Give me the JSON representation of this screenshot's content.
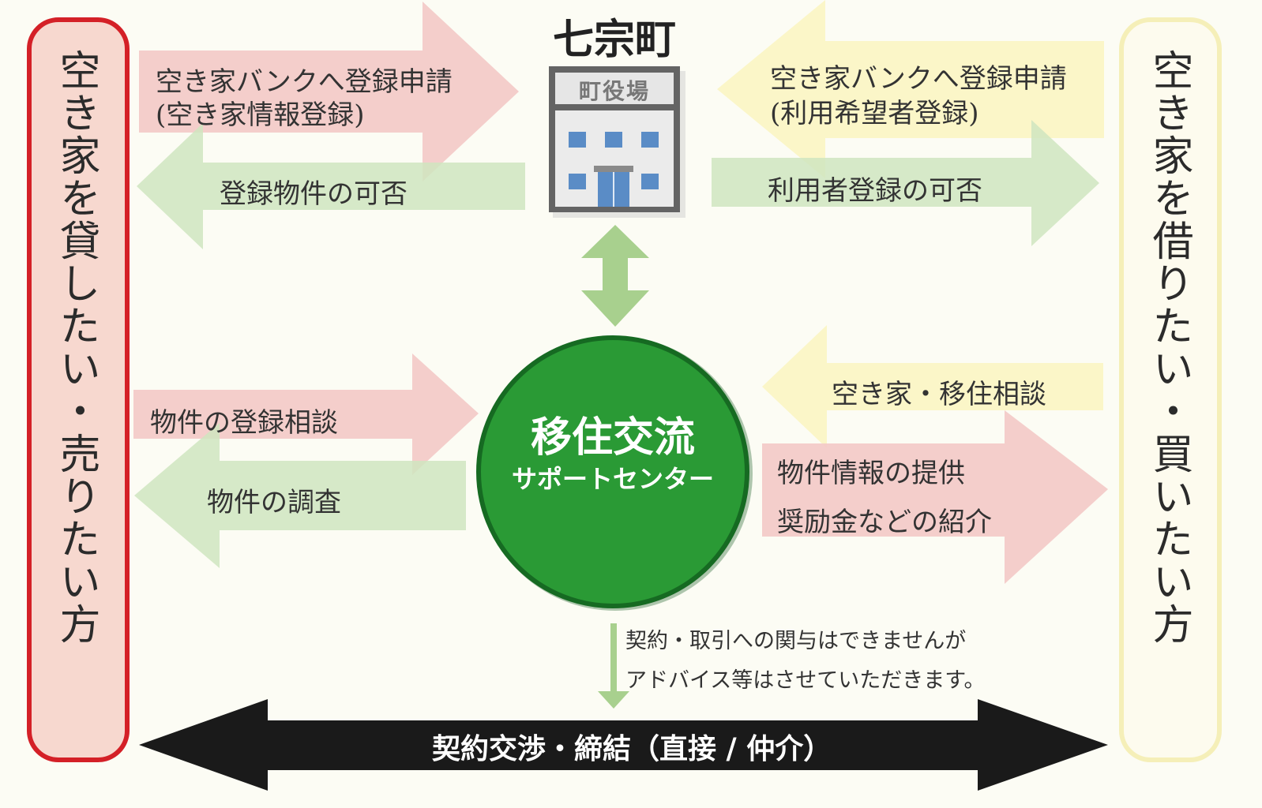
{
  "left_party": {
    "label": "空き家を貸したい・売りたい方",
    "border_color": "#d42027",
    "fill_color": "#f7d8cf"
  },
  "right_party": {
    "label": "空き家を借りたい・買いたい方",
    "border_color": "#f5efb8",
    "fill_color": "#fdfbee"
  },
  "town": {
    "title": "七宗町",
    "building_sign": "町役場"
  },
  "center": {
    "line1": "移住交流",
    "line2": "サポートセンター",
    "color": "#2a9a35"
  },
  "arrows": {
    "left_register_line1": "空き家バンクへ登録申請",
    "left_register_line2": "(空き家情報登録)",
    "left_result": "登録物件の可否",
    "right_register_line1": "空き家バンクへ登録申請",
    "right_register_line2": "(利用希望者登録)",
    "right_result": "利用者登録の可否",
    "left_consult": "物件の登録相談",
    "left_survey": "物件の調査",
    "right_consult": "空き家・移住相談",
    "right_info_line1": "物件情報の提供",
    "right_info_line2": "奨励金などの紹介"
  },
  "note": {
    "line1": "契約・取引への関与はできませんが",
    "line2": "アドバイス等はさせていただきます。"
  },
  "bottom": {
    "label": "契約交渉・締結（直接 / 仲介）"
  },
  "colors": {
    "pink": "#f3c9c6",
    "green": "#cfe5c0",
    "yellow": "#fbf6c5",
    "dark": "#1a1a1a",
    "link_green": "#a8d08e"
  }
}
